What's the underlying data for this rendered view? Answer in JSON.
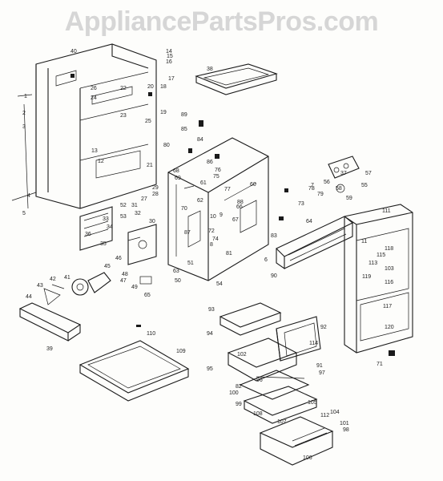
{
  "watermark": "AppliancePartsPros.com",
  "callouts": [
    "38",
    "40",
    "14",
    "16",
    "17",
    "22",
    "26",
    "24",
    "23",
    "18",
    "20",
    "19",
    "25",
    "89",
    "85",
    "3",
    "1",
    "2",
    "13",
    "12",
    "21",
    "80",
    "75",
    "78",
    "76",
    "86",
    "66",
    "68",
    "70",
    "62",
    "72",
    "74",
    "71",
    "73",
    "64",
    "37",
    "56",
    "58",
    "59",
    "55",
    "111",
    "11",
    "118",
    "119",
    "116",
    "117",
    "120",
    "33",
    "34",
    "35",
    "27",
    "31",
    "32",
    "30",
    "28",
    "29",
    "36",
    "46",
    "41",
    "42",
    "43",
    "44",
    "45",
    "48",
    "47",
    "49",
    "65",
    "63",
    "50",
    "51",
    "54",
    "39",
    "110",
    "109",
    "93",
    "94",
    "92",
    "95",
    "102",
    "91",
    "97",
    "98",
    "82",
    "101",
    "99",
    "100",
    "106",
    "112",
    "114",
    "83",
    "81",
    "60",
    "87",
    "88",
    "9",
    "10",
    "103",
    "115",
    "6",
    "8",
    "7",
    "4",
    "5",
    "15",
    "52",
    "53",
    "57",
    "61",
    "67",
    "69",
    "77",
    "79",
    "84",
    "90",
    "96",
    "104",
    "105",
    "107",
    "108",
    "113"
  ]
}
